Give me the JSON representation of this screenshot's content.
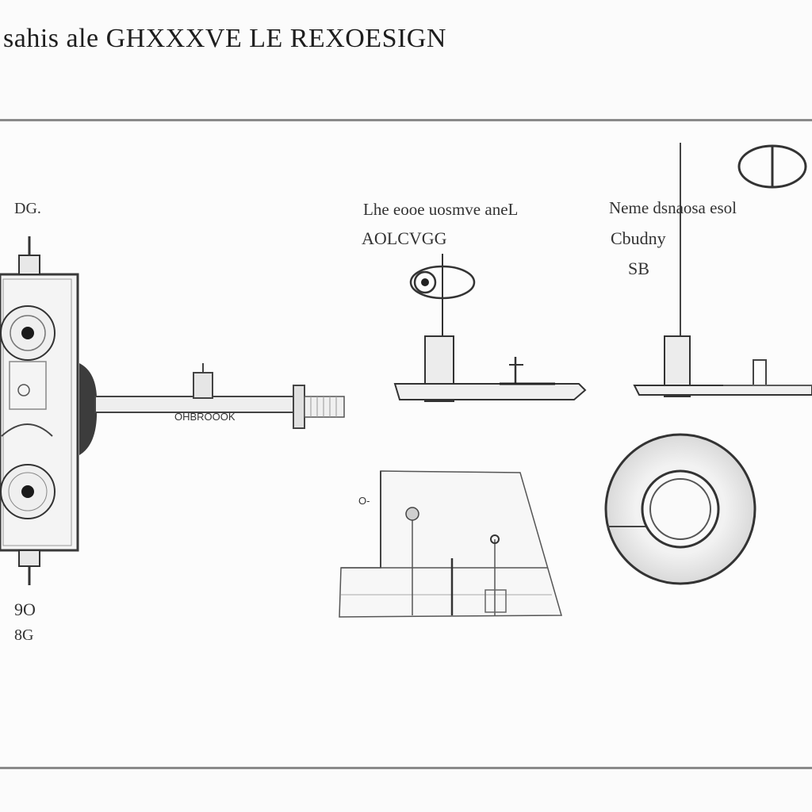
{
  "title": "sahis ale GHXXXVE LE REXOESIGN",
  "labels": {
    "left_top": "DG.",
    "left_bottom_1": "9O",
    "left_bottom_2": "8G",
    "rod_label": "OHBROOOK",
    "middle_heading": "Lhe eooe uosmve aneL",
    "middle_code": "AOLCVGG",
    "right_heading": "Neme dsnaosa esol",
    "right_sub": "Cbudny",
    "right_code": "SB",
    "chart_small": "O-"
  }
}
